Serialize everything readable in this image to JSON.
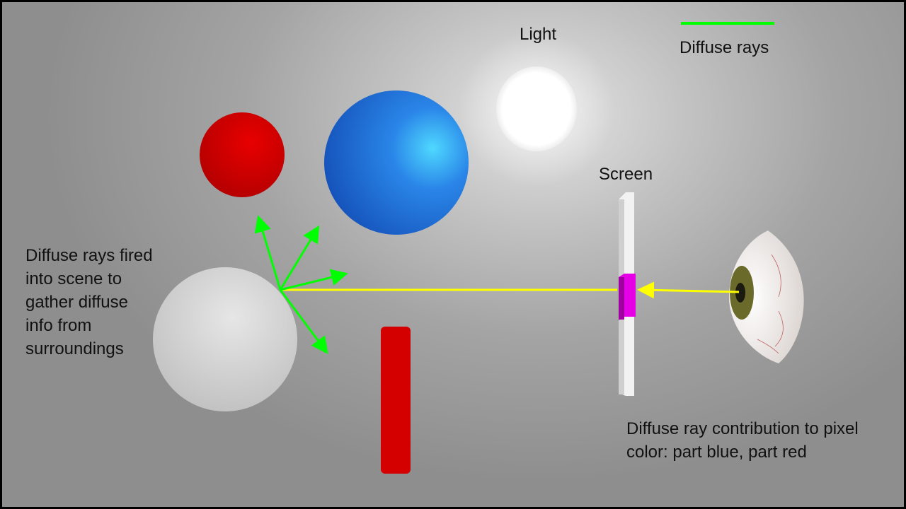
{
  "labels": {
    "light": "Light",
    "screen": "Screen",
    "legend": "Diffuse rays",
    "left_note": [
      "Diffuse rays fired",
      "into scene to",
      "gather diffuse",
      "info from",
      "surroundings"
    ],
    "right_note": [
      "Diffuse ray contribution to pixel",
      "color: part blue, part red"
    ]
  },
  "colors": {
    "diffuse_ray": "#00ff00",
    "eye_ray": "#ffff00",
    "pixel": "#e000e0",
    "red": "#d80000",
    "blue": "#1e6fd8"
  }
}
